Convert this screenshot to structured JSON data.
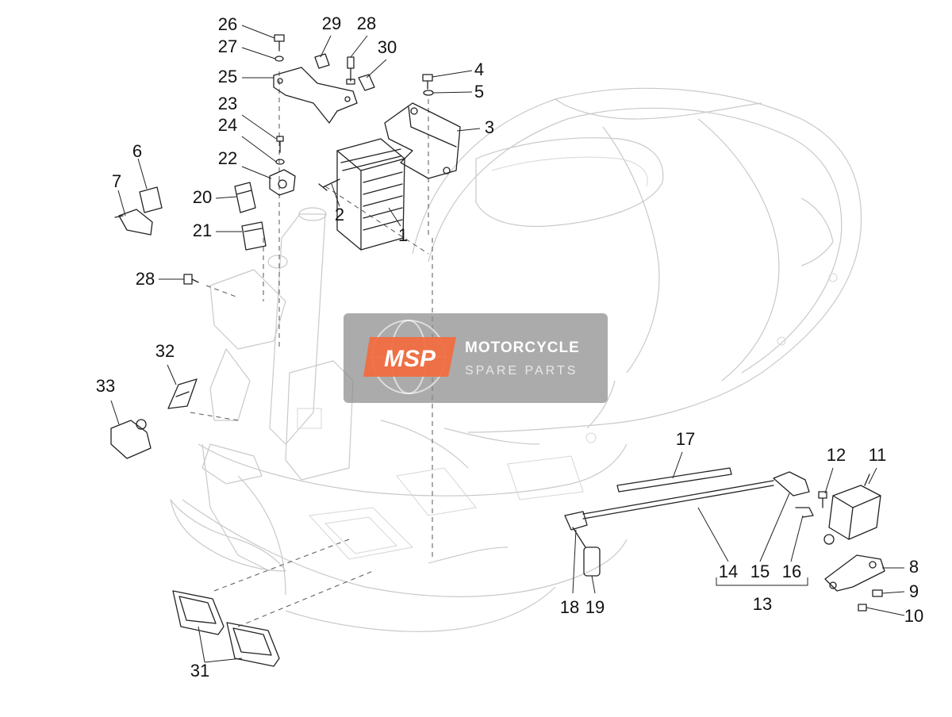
{
  "diagram": {
    "watermark": {
      "logo_text": "MSP",
      "title": "MOTORCYCLE",
      "subtitle": "SPARE PARTS",
      "logo_color": "#f26a3d",
      "box_color": "#8a8a8a"
    },
    "callouts": [
      "1",
      "2",
      "3",
      "4",
      "5",
      "6",
      "7",
      "8",
      "9",
      "10",
      "11",
      "12",
      "13",
      "14",
      "15",
      "16",
      "17",
      "18",
      "19",
      "20",
      "21",
      "22",
      "23",
      "24",
      "25",
      "26",
      "27",
      "28",
      "28",
      "29",
      "30",
      "31",
      "32",
      "33"
    ]
  }
}
